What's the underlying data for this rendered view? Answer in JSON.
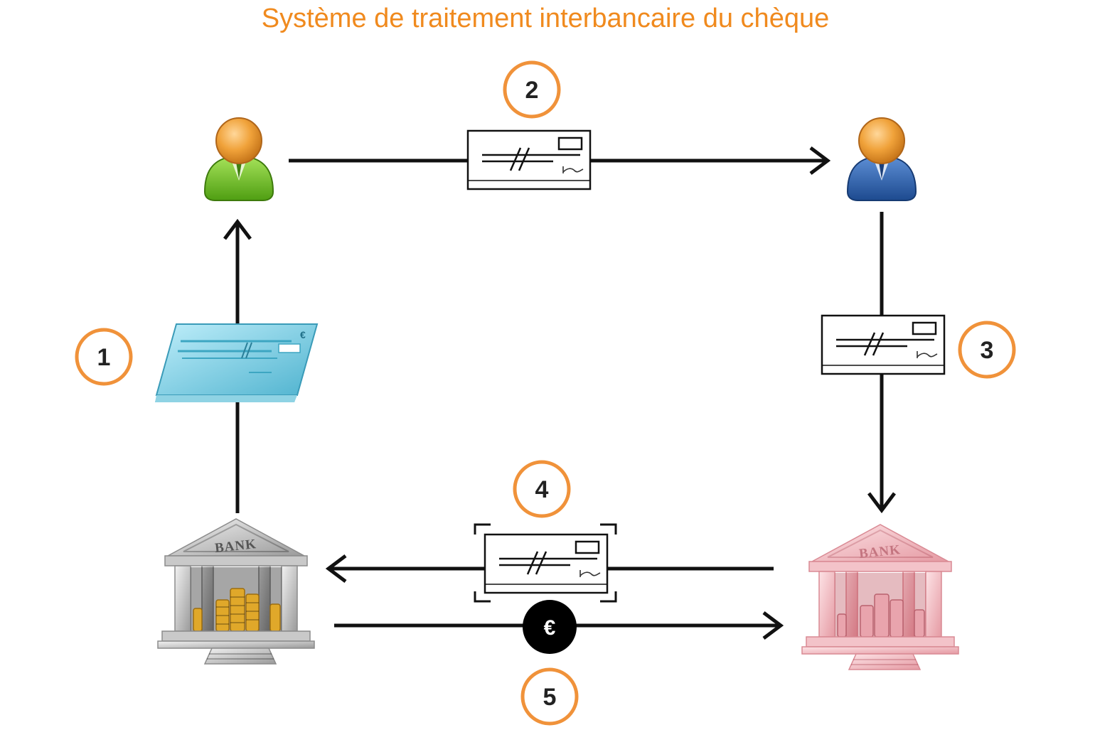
{
  "title": "Système de traitement interbancaire du chèque",
  "steps": {
    "s1": "1",
    "s2": "2",
    "s3": "3",
    "s4": "4",
    "s5": "5"
  },
  "banks": {
    "drawer_label": "BANK",
    "payee_label": "BANK"
  },
  "payment_symbol": "€",
  "checkbook_currency": "€",
  "colors": {
    "title": "#f08a1e",
    "step_ring": "#f0923a",
    "arrow": "#111111",
    "drawer_body": "#7ccd2b",
    "payee_body": "#2d63b3",
    "head": "#f0a23a",
    "checkbook": "#5bbfd6",
    "drawer_bank": "#bfbfbf",
    "payee_bank": "#f2b6bd"
  },
  "icons": {
    "drawer": "person-green-icon",
    "payee": "person-blue-icon",
    "checkbook": "checkbook-icon",
    "drawer_bank": "bank-building-grey-icon",
    "payee_bank": "bank-building-pink-icon",
    "cheque": "cheque-icon",
    "euro_payment": "euro-coin-icon"
  }
}
